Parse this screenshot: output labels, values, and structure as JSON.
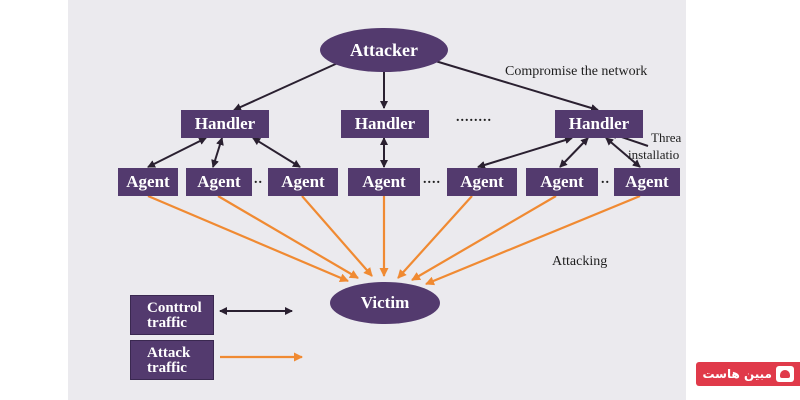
{
  "diagram": {
    "nodes": {
      "attacker": "Attacker",
      "handlers": [
        "Handler",
        "Handler",
        "Handler"
      ],
      "agents": [
        "Agent",
        "Agent",
        "Agent",
        "Agent",
        "Agent",
        "Agent",
        "Agent"
      ],
      "victim": "Victim"
    },
    "labels": {
      "compromise": "Compromise the network",
      "threat_line1": "Threa",
      "threat_line2": "installatio",
      "attacking": "Attacking"
    },
    "separators": {
      "handlers": "........",
      "agents_a": "..",
      "agents_b": "....",
      "agents_c": ".."
    },
    "legend": {
      "control_line1": "Conttrol",
      "control_line2": "traffic",
      "attack_line1": "Attack",
      "attack_line2": "traffic"
    },
    "colors": {
      "node_fill": "#533a6e",
      "control_arrow": "#2a2030",
      "attack_arrow": "#f08a32",
      "background": "#ebeaee"
    }
  },
  "watermark": {
    "text": "مبین هاست"
  }
}
